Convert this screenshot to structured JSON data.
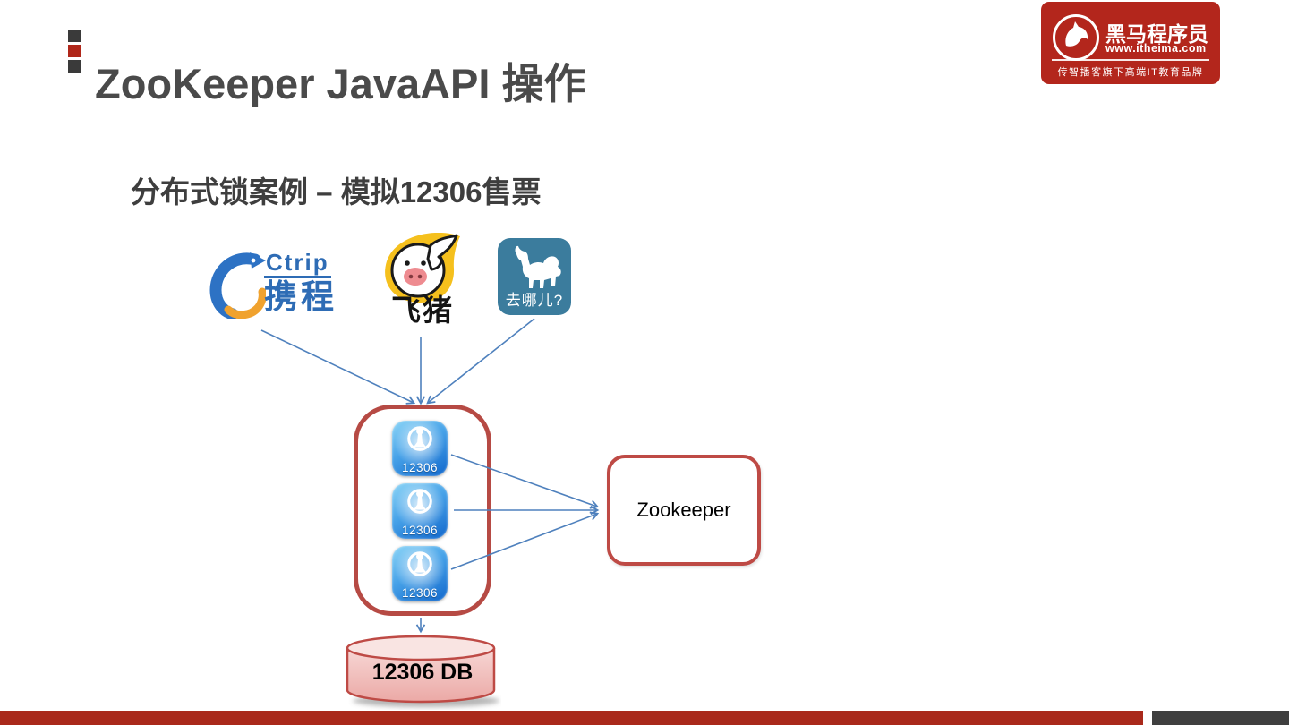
{
  "header": {
    "title": "ZooKeeper JavaAPI 操作"
  },
  "brand": {
    "name": "黑马程序员",
    "website": "www.itheima.com",
    "tagline": "传智播客旗下高端IT教育品牌"
  },
  "slide": {
    "subtitle": "分布式锁案例 – 模拟12306售票"
  },
  "diagram": {
    "clients": [
      {
        "id": "ctrip",
        "brand_en": "Ctrip",
        "brand_cn": "携程"
      },
      {
        "id": "fliggy",
        "label": "飞猪"
      },
      {
        "id": "qunar",
        "label": "去哪儿?"
      }
    ],
    "server_label": "12306",
    "zookeeper_label": "Zookeeper",
    "database_label": "12306 DB"
  },
  "icons": {
    "brand": "horse-icon",
    "ctrip": "dolphin-icon",
    "fliggy": "pig-icon",
    "qunar": "camel-icon",
    "server": "railway-logo-icon",
    "database": "cylinder-shape"
  },
  "colors": {
    "title_gray": "#4a4a4a",
    "brand_red": "#b3261c",
    "box_border_red": "#be4a45",
    "arrow_blue": "#4f81bd",
    "footer_red": "#a9291b",
    "footer_gray": "#3f3f3f",
    "tile_blue": "#1167cc",
    "qunar_teal": "#3b7c9d",
    "ctrip_blue": "#2e6cb5",
    "fliggy_yellow": "#f5c01d",
    "db_pink": "#f2c4c1"
  }
}
